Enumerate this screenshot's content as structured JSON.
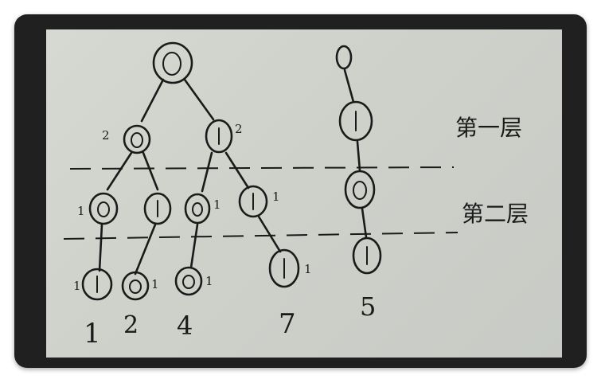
{
  "tree_left": {
    "root": "0",
    "l1_left": "0",
    "l1_left_weight": "2",
    "l1_right": "1",
    "l1_right_weight": "2",
    "l2_a": "0",
    "l2_a_weight": "1",
    "l2_b": "1",
    "l2_c": "0",
    "l2_c_weight": "1",
    "l2_d": "1",
    "l2_d_weight": "1",
    "l3_a": "1",
    "l3_a_weight": "1",
    "l3_b": "0",
    "l3_b_weight": "1",
    "l3_c": "0",
    "l3_c_weight": "1",
    "l3_d": "1",
    "l3_d_weight": "1",
    "leaf_labels": [
      "1",
      "2",
      "4",
      "7"
    ]
  },
  "tree_right": {
    "top": "0",
    "n1": "1",
    "n2": "0",
    "n3": "1",
    "leaf_label": "5"
  },
  "layer_labels": {
    "first": "第一层",
    "second": "第二层"
  }
}
